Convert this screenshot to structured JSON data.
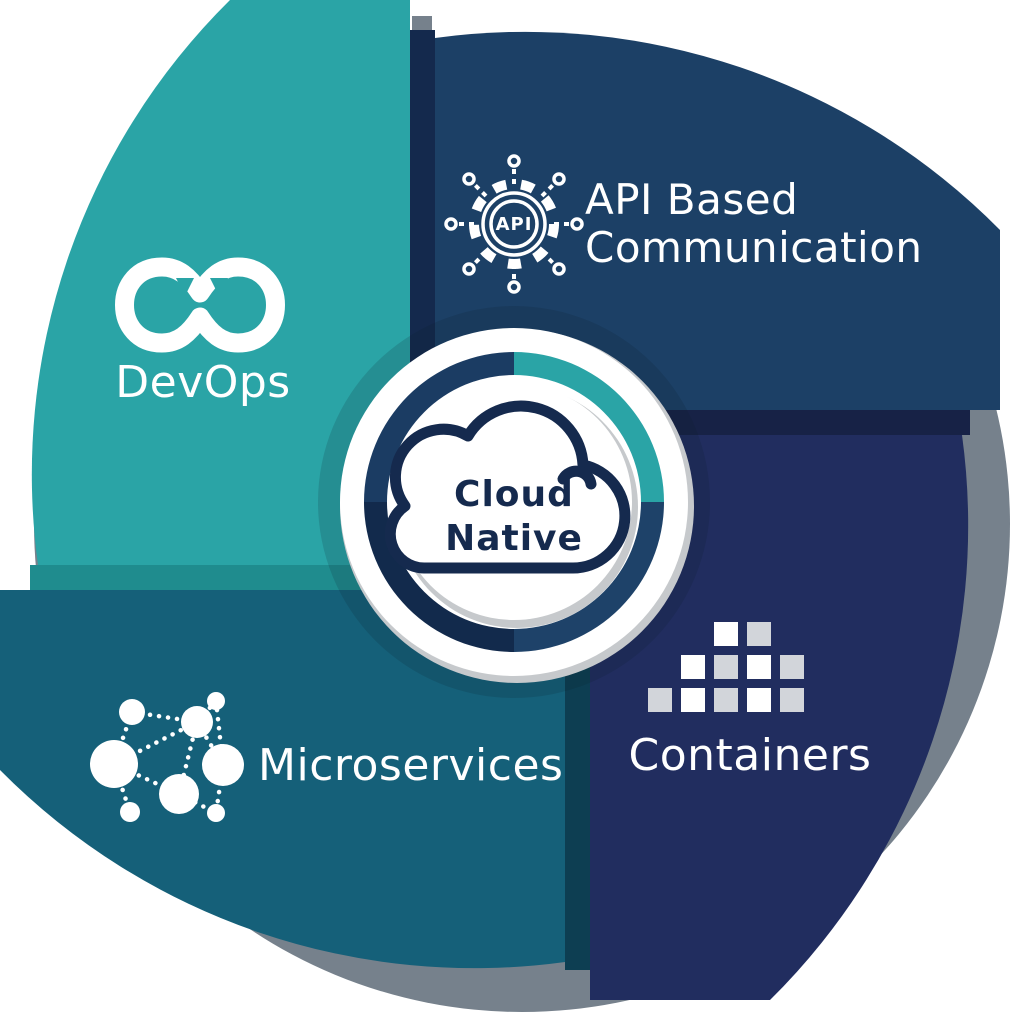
{
  "diagram_title": "Cloud Native",
  "center": {
    "label_line1": "Cloud",
    "label_line2": "Native"
  },
  "segments": [
    {
      "name": "DevOps",
      "position": "top-left",
      "label": "DevOps",
      "color": "#2aa4a6",
      "side_color": "#1f8c8e",
      "icon": "devops-infinity-icon"
    },
    {
      "name": "API Based Communication",
      "position": "top-right",
      "label_line1": "API Based",
      "label_line2": "Communication",
      "color": "#1c4066",
      "side_color": "#14294d",
      "icon": "api-gear-icon",
      "icon_label": "API"
    },
    {
      "name": "Containers",
      "position": "bottom-right",
      "label": "Containers",
      "color": "#212d5f",
      "side_color": "#172246",
      "icon": "container-blocks-icon"
    },
    {
      "name": "Microservices",
      "position": "bottom-left",
      "label": "Microservices",
      "color": "#156079",
      "side_color": "#0d3e52",
      "icon": "network-nodes-icon"
    }
  ],
  "colors": {
    "label_text": "#ffffff",
    "center_text": "#152a4e",
    "cloud_outline": "#152a4e",
    "outer_shadow": "#76818c",
    "crescent_shadow": "#c6c9cc",
    "medallion_shadow": "rgba(10,30,45,0.16)",
    "ring_top_left": "#1b3c63",
    "ring_top_right": "#2aa4a6",
    "ring_bottom_right": "#1e4269",
    "ring_bottom_left": "#122a4c",
    "container_block_white": "#ffffff",
    "container_block_gray": "#d2d5da",
    "icon_white": "#ffffff"
  }
}
